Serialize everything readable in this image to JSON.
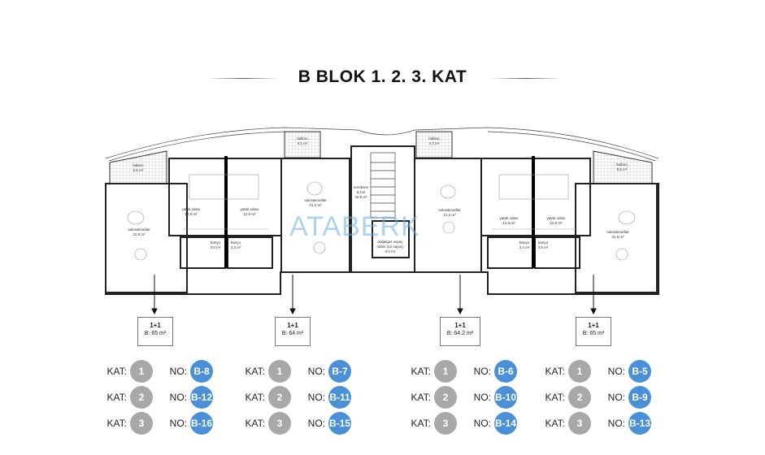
{
  "title": "B BLOK 1.  2.  3.  KAT",
  "watermark": "ATABERK",
  "colors": {
    "accent_blue": "#4a90d9",
    "floor_gray": "#a8a8a8"
  },
  "rooms": {
    "u1_balcony": [
      "balkon",
      "5.5 m²"
    ],
    "u1_salon": [
      "salon&mutfak",
      "22.9 m²"
    ],
    "u1_bed": [
      "yatak odası",
      "12.5 m²"
    ],
    "u1_bath": [
      "banyo",
      "3.8 m²"
    ],
    "u2_bed": [
      "yatak odası",
      "12.5 m²"
    ],
    "u2_bath": [
      "banyo",
      "3.3 m²"
    ],
    "u2_salon": [
      "salon&mutfak",
      "21.2 m²"
    ],
    "u2_balcony": [
      "balkon",
      "4.1 m²"
    ],
    "core_hall": [
      "merdiven",
      "& hol",
      "40.8 m²"
    ],
    "core_meter": [
      "doğalgaz sayaç",
      "odası (12 sayaç)",
      "4.0 m²"
    ],
    "u3_balcony": [
      "balkon",
      "4.7 m²"
    ],
    "u3_salon": [
      "salon&mutfak",
      "21.2 m²"
    ],
    "u3_bed": [
      "yatak odası",
      "12.5 m²"
    ],
    "u3_bath": [
      "banyo",
      "3.4 m²"
    ],
    "u4_bed": [
      "yatak odası",
      "12.5 m²"
    ],
    "u4_bath": [
      "banyo",
      "3.8 m²"
    ],
    "u4_salon": [
      "salon&mutfak",
      "22.9 m²"
    ],
    "u4_balcony": [
      "balkon",
      "5.5 m²"
    ]
  },
  "units": [
    {
      "type": "1+1",
      "area": "B: 65 m²",
      "floors": [
        {
          "kat_label": "KAT:",
          "kat": "1",
          "no_label": "NO:",
          "no": "B-8"
        },
        {
          "kat_label": "KAT:",
          "kat": "2",
          "no_label": "NO:",
          "no": "B-12"
        },
        {
          "kat_label": "KAT:",
          "kat": "3",
          "no_label": "NO:",
          "no": "B-16"
        }
      ]
    },
    {
      "type": "1+1",
      "area": "B: 64 m²",
      "floors": [
        {
          "kat_label": "KAT:",
          "kat": "1",
          "no_label": "NO:",
          "no": "B-7"
        },
        {
          "kat_label": "KAT:",
          "kat": "2",
          "no_label": "NO:",
          "no": "B-11"
        },
        {
          "kat_label": "KAT:",
          "kat": "3",
          "no_label": "NO:",
          "no": "B-15"
        }
      ]
    },
    {
      "type": "1+1",
      "area": "B: 64.2 m²",
      "floors": [
        {
          "kat_label": "KAT:",
          "kat": "1",
          "no_label": "NO:",
          "no": "B-6"
        },
        {
          "kat_label": "KAT:",
          "kat": "2",
          "no_label": "NO:",
          "no": "B-10"
        },
        {
          "kat_label": "KAT:",
          "kat": "3",
          "no_label": "NO:",
          "no": "B-14"
        }
      ]
    },
    {
      "type": "1+1",
      "area": "B: 65 m²",
      "floors": [
        {
          "kat_label": "KAT:",
          "kat": "1",
          "no_label": "NO:",
          "no": "B-5"
        },
        {
          "kat_label": "KAT:",
          "kat": "2",
          "no_label": "NO:",
          "no": "B-9"
        },
        {
          "kat_label": "KAT:",
          "kat": "3",
          "no_label": "NO:",
          "no": "B-13"
        }
      ]
    }
  ]
}
